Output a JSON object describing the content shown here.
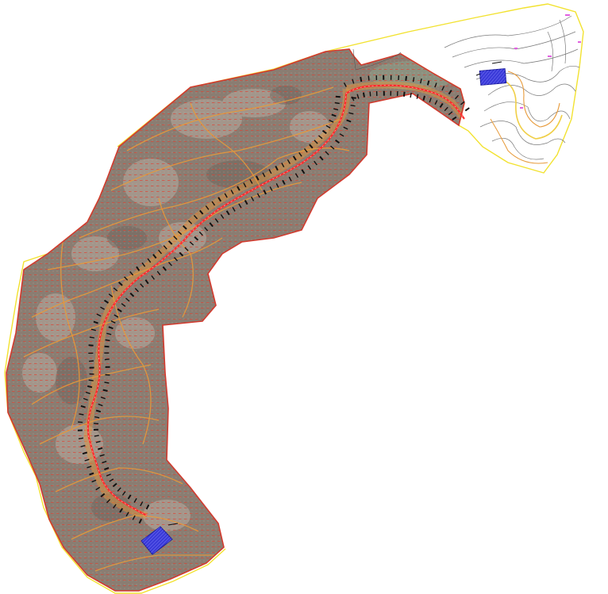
{
  "map": {
    "kind": "topographic site plan",
    "colors": {
      "background": "#ffffff",
      "outer_boundary": "#f2e230",
      "site_boundary": "#d23a2e",
      "terrain_fill": "#8a7d72",
      "terrain_light": "#b9aca0",
      "hatch": "#e0402f",
      "road_centerline": "#ff2a2a",
      "contour_major": "#e79a3a",
      "contour_minor": "#7a7a7a",
      "contour_inner": "#f0cf47",
      "cross_section_tick": "#111111",
      "facility_fill": "#3a3ad8",
      "facility_stroke": "#1a1a9a",
      "pink_marks": "#e060e0"
    },
    "features": [
      {
        "name": "outer-survey-boundary",
        "type": "boundary"
      },
      {
        "name": "project-site-boundary",
        "type": "boundary"
      },
      {
        "name": "access-road-corridor",
        "type": "road"
      },
      {
        "name": "cross-section-ticks",
        "type": "annotation"
      },
      {
        "name": "contour-lines",
        "type": "topography"
      },
      {
        "name": "facility-north-east",
        "type": "structure"
      },
      {
        "name": "facility-south-west",
        "type": "structure"
      }
    ],
    "corridor_label": "",
    "icons": [
      "facility-block-icon"
    ]
  }
}
